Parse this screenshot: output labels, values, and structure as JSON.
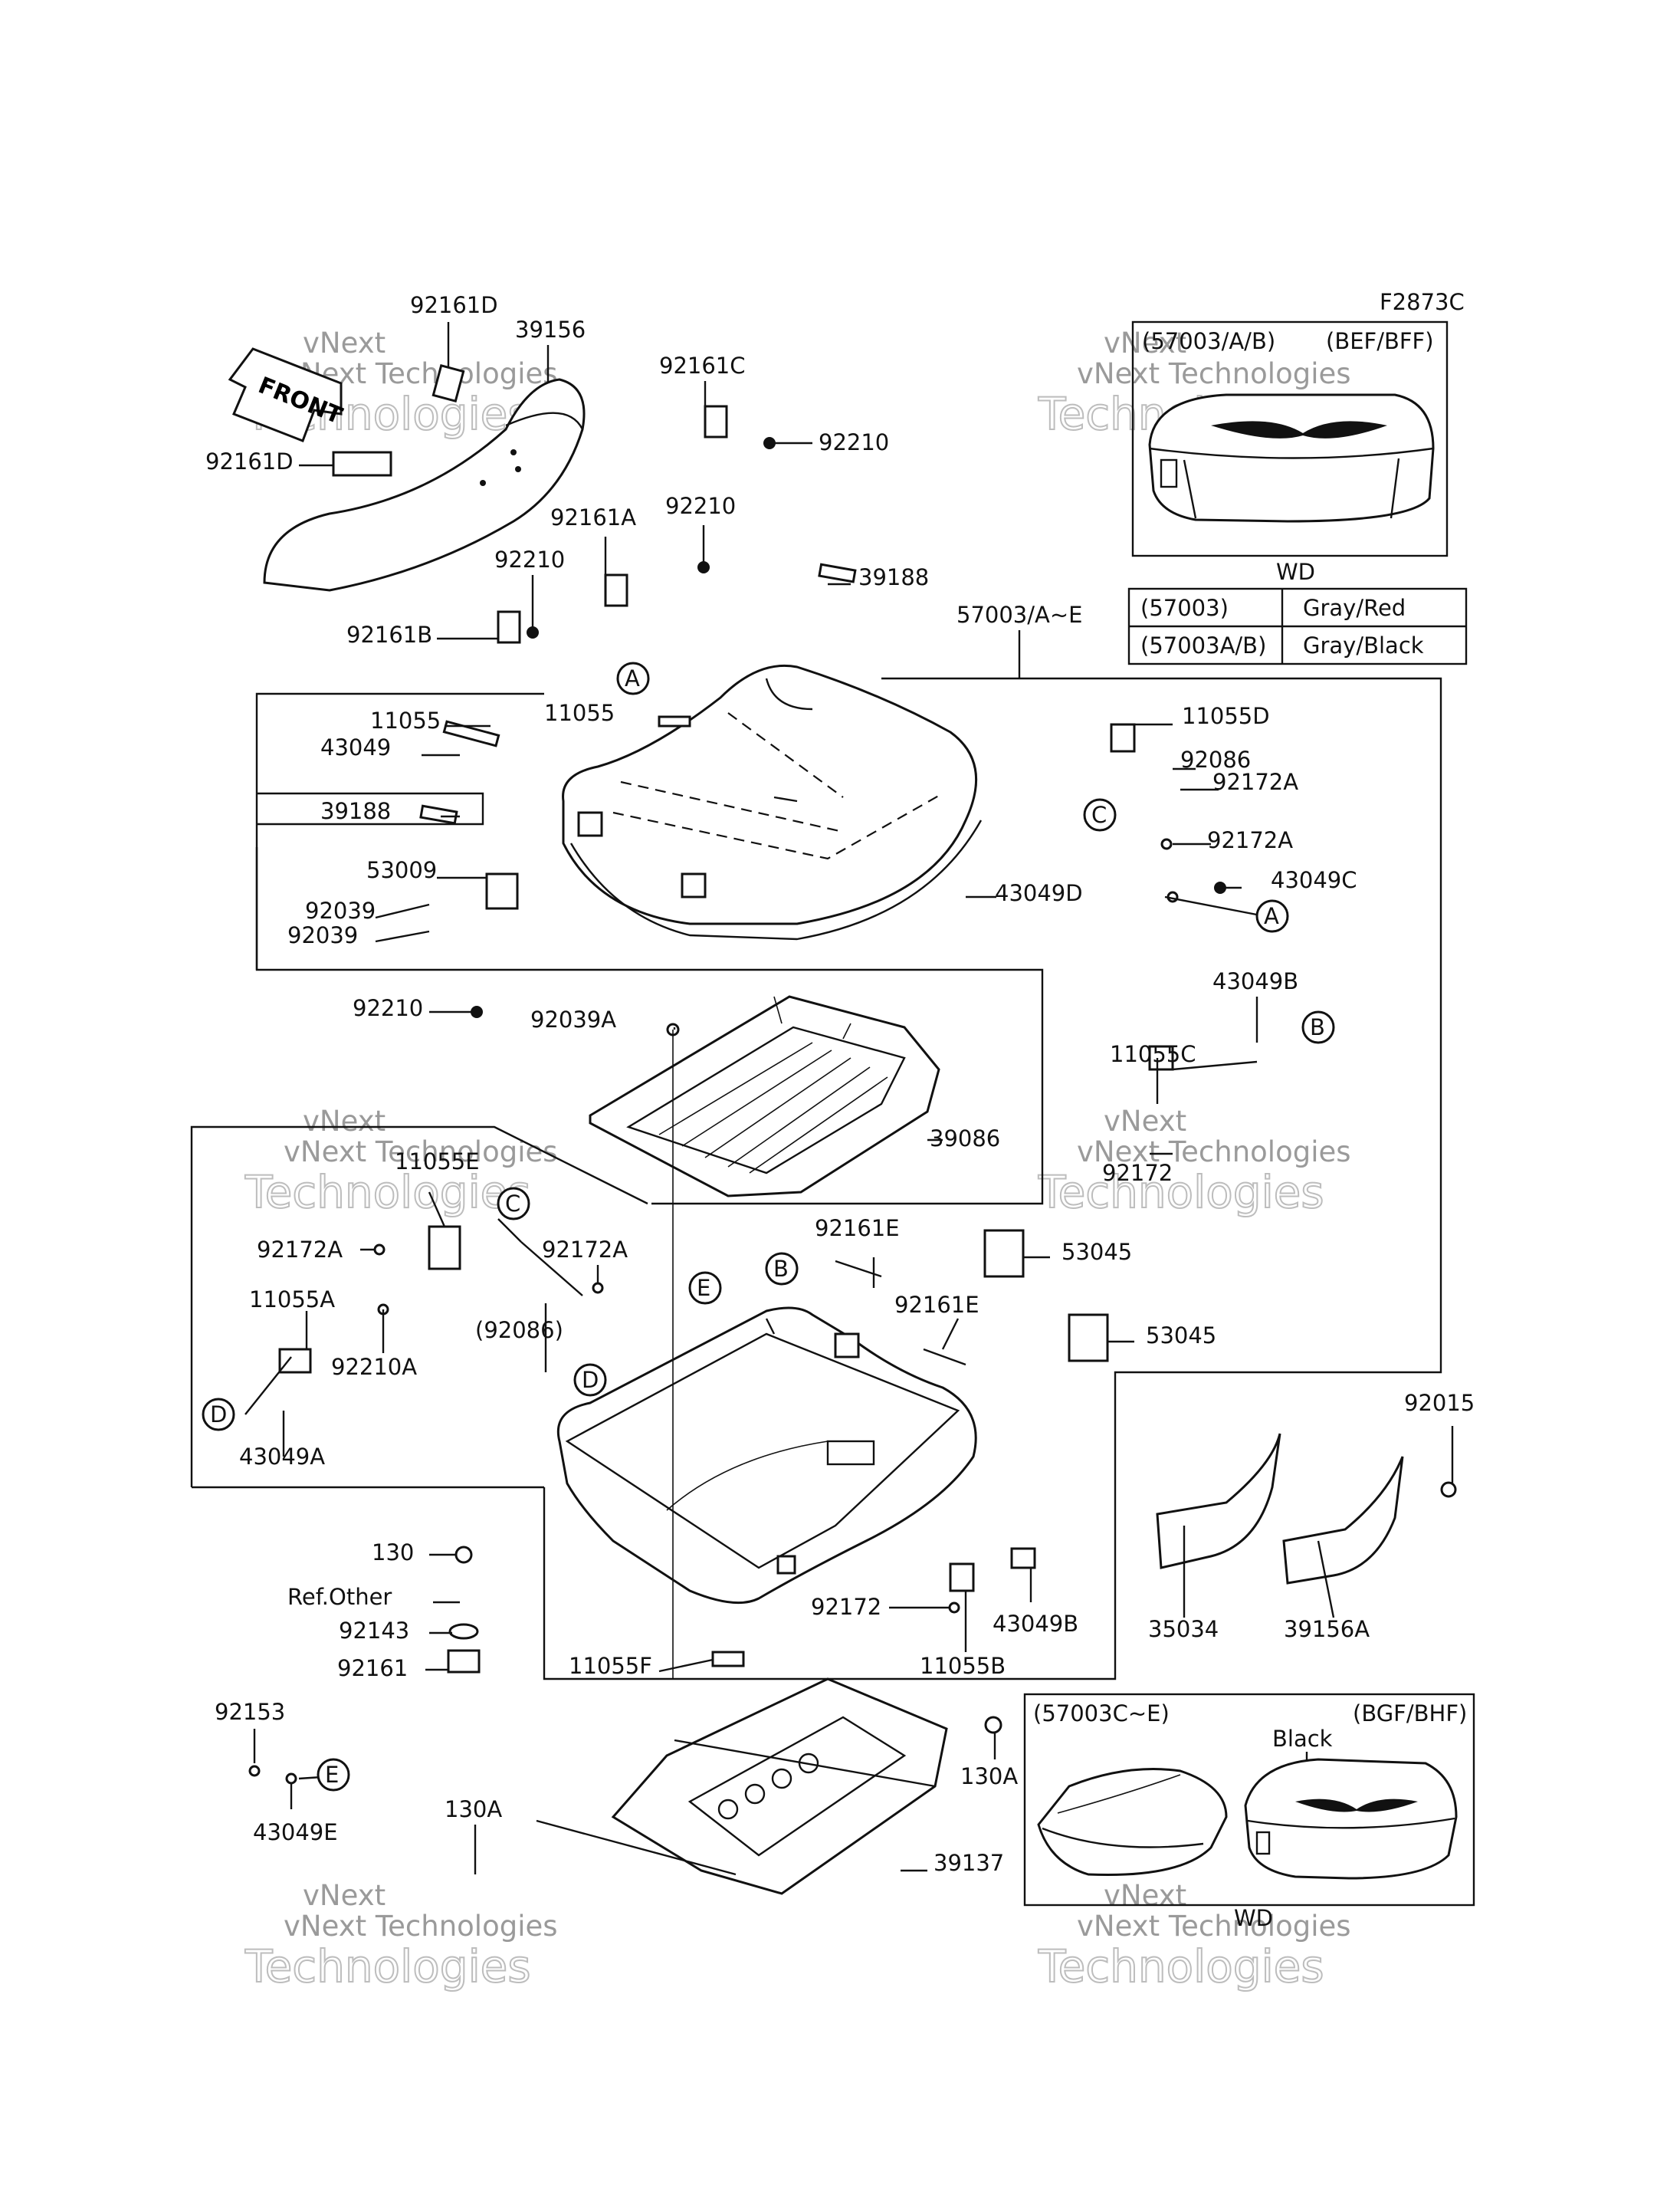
{
  "diagram_code": "F2873C",
  "front_arrow_text": "FRONT",
  "watermark": {
    "line1": "vNext",
    "line2": "vNext Technologies",
    "line3": "Technologies"
  },
  "variant_top": {
    "model_code": "(57003/A/B)",
    "region": "(BEF/BFF)",
    "finish": "WD"
  },
  "color_table": {
    "rows": [
      {
        "part": "(57003)",
        "color": "Gray/Red"
      },
      {
        "part": "(57003A/B)",
        "color": "Gray/Black"
      }
    ]
  },
  "variant_bottom": {
    "model_code": "(57003C~E)",
    "region": "(BGF/BHF)",
    "color": "Black",
    "finish": "WD"
  },
  "callouts": {
    "A": "A",
    "B": "B",
    "C": "C",
    "D": "D",
    "E": "E"
  },
  "parts": {
    "p92161D_top": "92161D",
    "p39156": "39156",
    "p92161D_left": "92161D",
    "p92161C": "92161C",
    "p92210_c": "92210",
    "p92210_mid": "92210",
    "p92161A": "92161A",
    "p92210_left": "92210",
    "p92161B": "92161B",
    "p39188_top": "39188",
    "p57003": "57003/A~E",
    "p11055": "11055",
    "p11055_mid": "11055",
    "p43049": "43049",
    "p39188_left": "39188",
    "p11055D": "11055D",
    "p92086": "92086",
    "p92172A_r1": "92172A",
    "p92172A_r2": "92172A",
    "p43049C": "43049C",
    "p53009": "53009",
    "p92039_1": "92039",
    "p92039_2": "92039",
    "p43049D": "43049D",
    "p92210_bottom": "92210",
    "p92039A": "92039A",
    "p43049B_r": "43049B",
    "p11055C": "11055C",
    "p39086": "39086",
    "p92172_r": "92172",
    "p11055E": "11055E",
    "p92172A_l": "92172A",
    "p92172A_l2": "92172A",
    "p11055A": "11055A",
    "p92210A": "92210A",
    "p92086_paren": "(92086)",
    "p43049A": "43049A",
    "p92161E_1": "92161E",
    "p53045_1": "53045",
    "p92161E_2": "92161E",
    "p53045_2": "53045",
    "p92015": "92015",
    "p130": "130",
    "p_refother": "Ref.Other",
    "p92143": "92143",
    "p92161": "92161",
    "p92172_b": "92172",
    "p43049B_b": "43049B",
    "p11055B": "11055B",
    "p11055F": "11055F",
    "p35034": "35034",
    "p39156A": "39156A",
    "p92153": "92153",
    "p43049E": "43049E",
    "p130A_r": "130A",
    "p130A_l": "130A",
    "p39137": "39137"
  }
}
